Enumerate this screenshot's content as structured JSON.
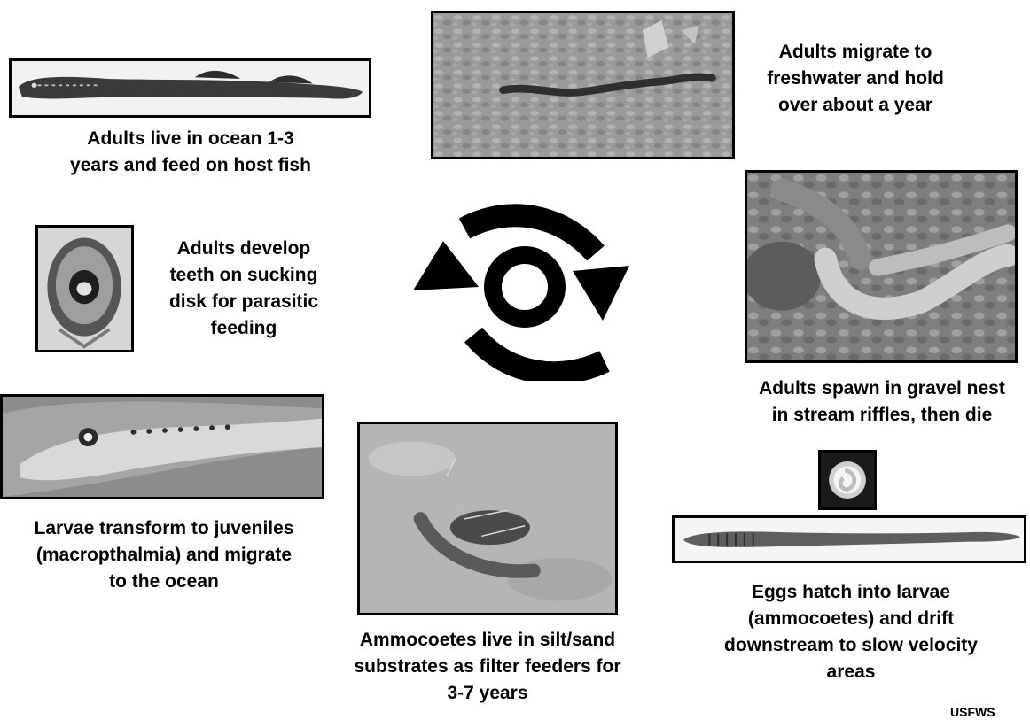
{
  "stages": [
    {
      "name": "ocean-adults",
      "caption": "Adults live in ocean 1-3\nyears and feed on host fish",
      "photo_icon": "lamprey-side-view"
    },
    {
      "name": "freshwater-migration",
      "caption": "Adults migrate to\nfreshwater and hold\nover about a year",
      "photo_icon": "lamprey-on-gravel"
    },
    {
      "name": "spawning",
      "caption": "Adults spawn in gravel nest\nin stream riffles, then die",
      "photo_icon": "spawning-lampreys"
    },
    {
      "name": "eggs-hatch",
      "caption": "Eggs hatch into larvae\n(ammocoetes) and drift\ndownstream to slow velocity\nareas",
      "photo_icon": "egg-and-larva"
    },
    {
      "name": "ammocoetes",
      "caption": "Ammocoetes live in silt/sand\nsubstrates as filter feeders for\n3-7 years",
      "photo_icon": "ammocoete-in-silt"
    },
    {
      "name": "transformation",
      "caption": "Larvae transform to juveniles\n(macropthalmia) and migrate\nto the ocean",
      "photo_icon": "macropthalmia-head"
    },
    {
      "name": "sucking-disk",
      "caption": "Adults develop\nteeth on sucking\ndisk for parasitic\nfeeding",
      "photo_icon": "oral-disk"
    }
  ],
  "center_graphic": "cycle-arrows-icon",
  "credit": "USFWS"
}
